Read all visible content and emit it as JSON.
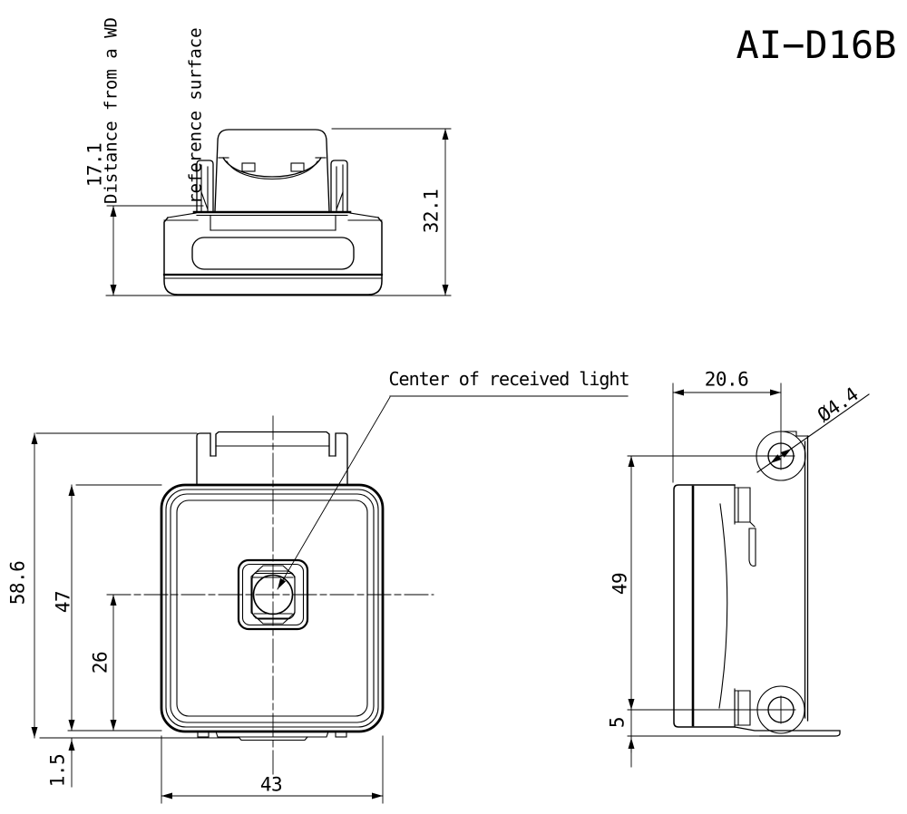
{
  "title": "AI−D16B",
  "annotations": {
    "wd_note_line1": "Distance from a WD",
    "wd_note_line2": "reference surface",
    "center_light": "Center of received light"
  },
  "dimensions": {
    "top_view": {
      "ref_height": "17.1",
      "total_height": "32.1"
    },
    "front_view": {
      "overall_height": "58.6",
      "body_height": "47",
      "center_to_bottom": "26",
      "lip": "1.5",
      "width": "43"
    },
    "side_view": {
      "depth": "20.6",
      "hole_diameter": "Ø4.4",
      "mount_hole_pitch": "49",
      "base_offset": "5"
    }
  }
}
